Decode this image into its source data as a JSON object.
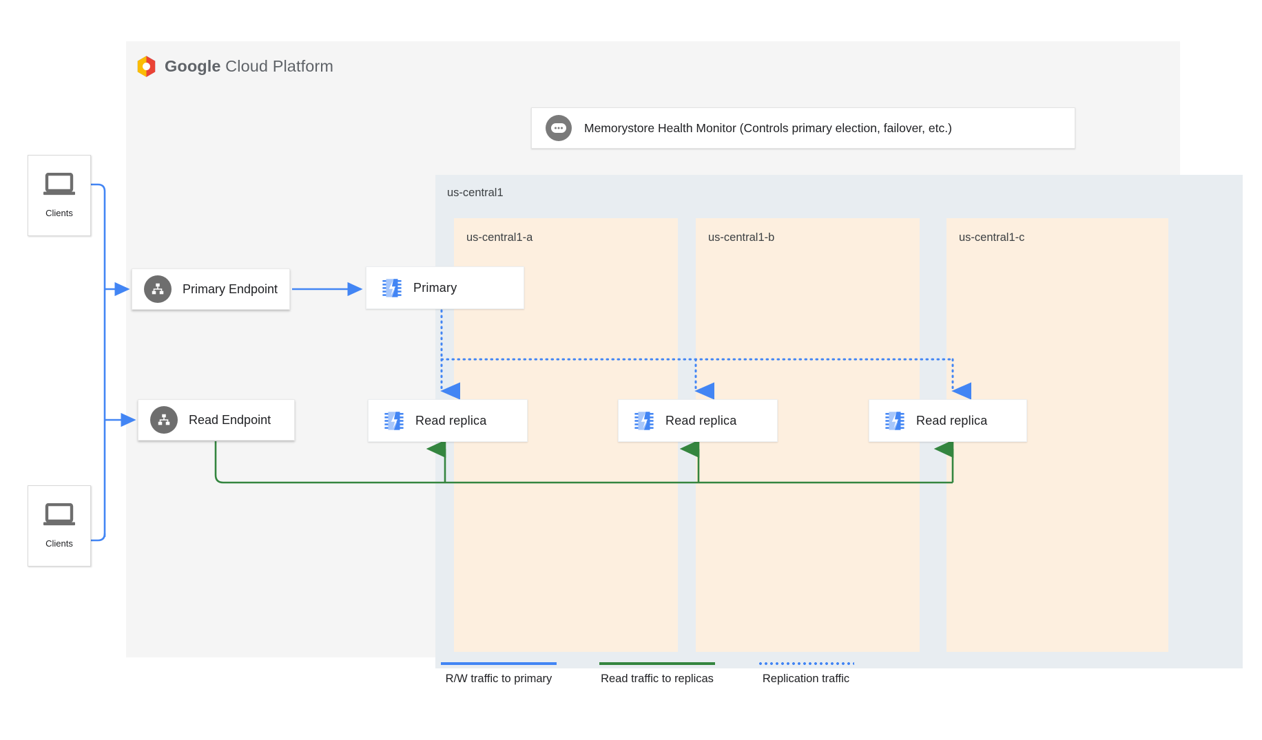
{
  "branding": {
    "logo_icon": "google-cloud-hexagon-icon",
    "title_bold": "Google",
    "title_rest": " Cloud Platform"
  },
  "health_monitor": {
    "icon": "health-monitor-icon",
    "label": "Memorystore Health Monitor (Controls primary election, failover, etc.)"
  },
  "region": {
    "label": "us-central1",
    "zones": [
      {
        "label": "us-central1-a",
        "node": "Primary",
        "replica": "Read replica"
      },
      {
        "label": "us-central1-b",
        "replica": "Read replica"
      },
      {
        "label": "us-central1-c",
        "replica": "Read replica"
      }
    ]
  },
  "endpoints": [
    {
      "label": "Primary Endpoint",
      "icon": "network-topology-icon"
    },
    {
      "label": "Read Endpoint",
      "icon": "network-topology-icon"
    }
  ],
  "clients": [
    {
      "label": "Clients",
      "icon": "laptop-icon"
    },
    {
      "label": "Clients",
      "icon": "laptop-icon"
    }
  ],
  "legend": [
    {
      "label": "R/W traffic to primary",
      "style": "solid",
      "color": "#4285f4"
    },
    {
      "label": "Read traffic to replicas",
      "style": "solid",
      "color": "#34853f"
    },
    {
      "label": "Replication traffic",
      "style": "dotted",
      "color": "#4285f4"
    }
  ],
  "colors": {
    "canvas": "#f5f5f5",
    "region_bg": "#e8edf1",
    "zone_bg": "#fdefdf",
    "blue": "#4285f4",
    "green": "#34853f",
    "gray_icon": "#6e6e6e"
  }
}
